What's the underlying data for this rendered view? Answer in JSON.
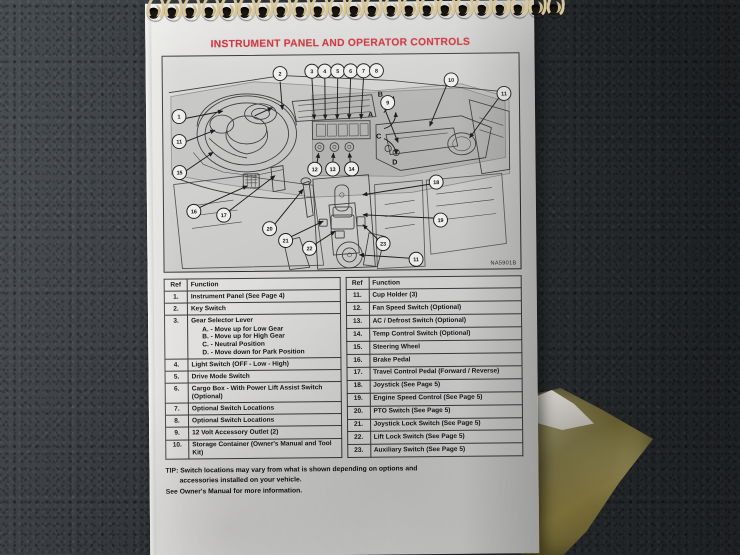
{
  "scene": {
    "description": "Photo of a spiral-bound operator manual page lying on a dark textured surface",
    "background_color": "#34383c",
    "page_color": "#dedddb",
    "spiral_color": "#d8c79b",
    "torn_corner_color": "#6e6434"
  },
  "document": {
    "title": "INSTRUMENT PANEL AND OPERATOR CONTROLS",
    "title_color": "#cc1f2a",
    "diagram_code": "NA5901B",
    "diagram_callouts": [
      "1",
      "2",
      "3",
      "4",
      "5",
      "6",
      "7",
      "8",
      "9",
      "10",
      "11",
      "11",
      "11",
      "12",
      "13",
      "14",
      "15",
      "16",
      "17",
      "18",
      "19",
      "20",
      "21",
      "22",
      "23"
    ],
    "diagram_letters": [
      "A",
      "B",
      "C",
      "D"
    ]
  },
  "table_left": {
    "headers": {
      "ref": "Ref",
      "function": "Function"
    },
    "rows": [
      {
        "ref": "1.",
        "function": "Instrument Panel (See Page 4)",
        "sub": []
      },
      {
        "ref": "2.",
        "function": "Key Switch",
        "sub": []
      },
      {
        "ref": "3.",
        "function": "Gear Selector Lever",
        "sub": [
          "A. - Move up for Low Gear",
          "B. - Move up for High Gear",
          "C. - Neutral Position",
          "D. - Move down for Park Position"
        ]
      },
      {
        "ref": "4.",
        "function": "Light Switch (OFF - Low - High)",
        "sub": []
      },
      {
        "ref": "5.",
        "function": "Drive Mode Switch",
        "sub": []
      },
      {
        "ref": "6.",
        "function": "Cargo Box - With Power Lift Assist Switch (Optional)",
        "sub": []
      },
      {
        "ref": "7.",
        "function": "Optional Switch Locations",
        "sub": []
      },
      {
        "ref": "8.",
        "function": "Optional Switch Locations",
        "sub": []
      },
      {
        "ref": "9.",
        "function": "12 Volt Accessory Outlet (2)",
        "sub": []
      },
      {
        "ref": "10.",
        "function": "Storage Container (Owner's Manual and Tool Kit)",
        "sub": []
      }
    ]
  },
  "table_right": {
    "headers": {
      "ref": "Ref",
      "function": "Function"
    },
    "rows": [
      {
        "ref": "11.",
        "function": "Cup Holder (3)",
        "sub": []
      },
      {
        "ref": "12.",
        "function": "Fan Speed Switch (Optional)",
        "sub": []
      },
      {
        "ref": "13.",
        "function": "AC / Defrost Switch (Optional)",
        "sub": []
      },
      {
        "ref": "14.",
        "function": "Temp Control Switch (Optional)",
        "sub": []
      },
      {
        "ref": "15.",
        "function": "Steering Wheel",
        "sub": []
      },
      {
        "ref": "16.",
        "function": "Brake Pedal",
        "sub": []
      },
      {
        "ref": "17.",
        "function": "Travel Control Pedal (Forward / Reverse)",
        "sub": []
      },
      {
        "ref": "18.",
        "function": "Joystick (See Page 5)",
        "sub": []
      },
      {
        "ref": "19.",
        "function": "Engine Speed Control (See Page 5)",
        "sub": []
      },
      {
        "ref": "20.",
        "function": "PTO Switch (See Page 5)",
        "sub": []
      },
      {
        "ref": "21.",
        "function": "Joystick Lock Switch (See Page 5)",
        "sub": []
      },
      {
        "ref": "22.",
        "function": "Lift Lock Switch (See Page 5)",
        "sub": []
      },
      {
        "ref": "23.",
        "function": "Auxiliary Switch (See Page 5)",
        "sub": []
      }
    ]
  },
  "tip": {
    "label": "TIP:",
    "line1": "Switch locations may vary from what is shown depending on options and",
    "line1_cont": "accessories installed on your vehicle.",
    "line2": "See Owner's Manual for more information."
  }
}
